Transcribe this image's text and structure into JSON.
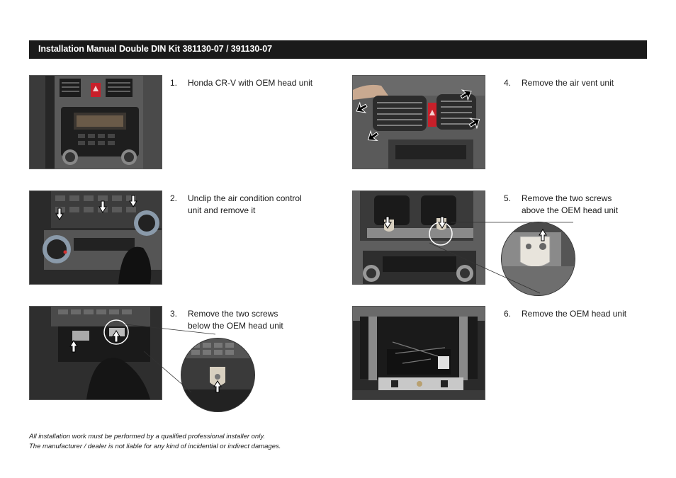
{
  "header": {
    "title": "Installation Manual Double DIN Kit 381130-07 / 391130-07"
  },
  "steps": [
    {
      "number": "1.",
      "lines": [
        "Honda CR-V with OEM head unit"
      ]
    },
    {
      "number": "2.",
      "lines": [
        "Unclip the air condition control",
        "unit and remove it"
      ]
    },
    {
      "number": "3.",
      "lines": [
        "Remove the two screws",
        "below the OEM head unit"
      ]
    },
    {
      "number": "4.",
      "lines": [
        "Remove the air vent unit"
      ]
    },
    {
      "number": "5.",
      "lines": [
        "Remove the two screws",
        "above the OEM head unit"
      ]
    },
    {
      "number": "6.",
      "lines": [
        "Remove the OEM head unit"
      ]
    }
  ],
  "footer": {
    "line1": "All installation work must be performed by a qualified professional installer only.",
    "line2": "The manufacturer / dealer is not liable for any kind of incidential or indirect damages."
  },
  "colors": {
    "header_bg": "#1a1a1a",
    "header_text": "#ffffff",
    "hazard_red": "#c8202a"
  }
}
